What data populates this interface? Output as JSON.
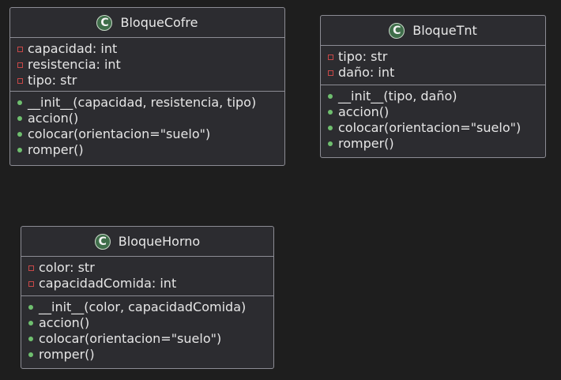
{
  "classes": [
    {
      "badge": "C",
      "name": "BloqueCofre",
      "attributes": [
        "capacidad: int",
        "resistencia: int",
        "tipo: str"
      ],
      "methods": [
        "__init__(capacidad, resistencia, tipo)",
        "accion()",
        "colocar(orientacion=\"suelo\")",
        "romper()"
      ]
    },
    {
      "badge": "C",
      "name": "BloqueTnt",
      "attributes": [
        "tipo: str",
        "daño: int"
      ],
      "methods": [
        "__init__(tipo, daño)",
        "accion()",
        "colocar(orientacion=\"suelo\")",
        "romper()"
      ]
    },
    {
      "badge": "C",
      "name": "BloqueHorno",
      "attributes": [
        "color: str",
        "capacidadComida: int"
      ],
      "methods": [
        "__init__(color, capacidadComida)",
        "accion()",
        "colocar(orientacion=\"suelo\")",
        "romper()"
      ]
    }
  ],
  "colors": {
    "background": "#1e1e1e",
    "box_fill": "#2c2c30",
    "box_border": "#8c8c94",
    "badge_fill": "#3f6e4a",
    "private_marker": "#c84848",
    "public_marker": "#6fbf6f"
  },
  "icons": {
    "class_badge": "class-c-badge-icon",
    "private": "private-square-icon",
    "public": "public-circle-icon"
  }
}
